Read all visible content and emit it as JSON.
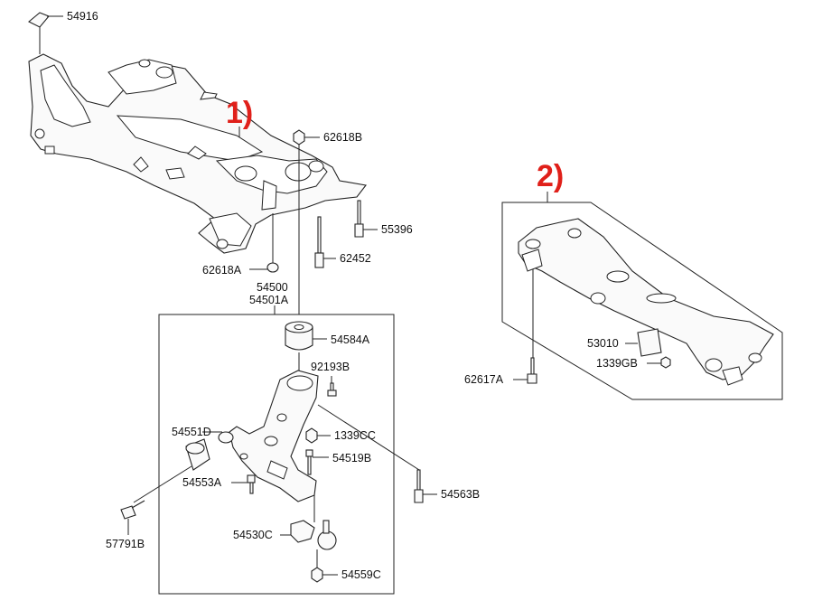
{
  "callouts": {
    "assembly_1": "1)",
    "assembly_2": "2)"
  },
  "part_numbers": {
    "p54916": "54916",
    "p62618B": "62618B",
    "p55396": "55396",
    "p62618A": "62618A",
    "p62452": "62452",
    "p54500": "54500",
    "p54501A": "54501A",
    "p54584A": "54584A",
    "p92193B": "92193B",
    "p54551D": "54551D",
    "p1339CC": "1339CC",
    "p54519B": "54519B",
    "p54553A": "54553A",
    "p54563B": "54563B",
    "p57791B": "57791B",
    "p54530C": "54530C",
    "p54559C": "54559C",
    "p53010": "53010",
    "p1339GB": "1339GB",
    "p62617A": "62617A"
  },
  "colors": {
    "callout": "#e0201a",
    "line": "#222222"
  }
}
